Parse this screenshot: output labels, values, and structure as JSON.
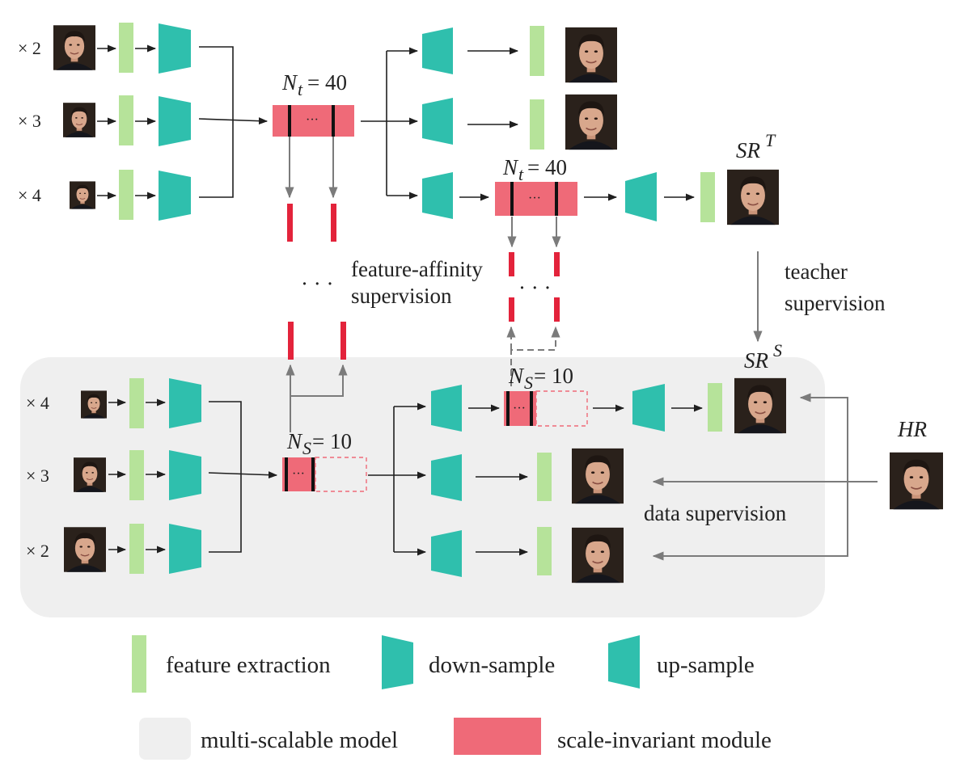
{
  "colors": {
    "feature": "#b6e39a",
    "trapezoid": "#2fbfad",
    "module": "#ef6a78",
    "feature_marker": "#e3233b",
    "panel": "#efefef",
    "arrow_dark": "#1f1f1f",
    "arrow_gray": "#7b7b7b",
    "face_bg": "#2a211b",
    "face_skin": "#d8a78c",
    "face_hair": "#1e1612"
  },
  "teacher": {
    "scales": [
      "× 2",
      "× 3",
      "× 4"
    ],
    "module_label": "N",
    "module_sub": "t",
    "module_value": "= 40",
    "dots": "···"
  },
  "student": {
    "scales": [
      "× 4",
      "× 3",
      "× 2"
    ],
    "module_label": "N",
    "module_sub": "S",
    "module_value": "= 10",
    "dots": "···"
  },
  "labels": {
    "vertical_dots": "· · ·",
    "feature_affinity_1": "feature-affinity",
    "feature_affinity_2": "supervision",
    "teacher_1": "teacher",
    "teacher_2": "supervision",
    "data_supervision": "data supervision",
    "sr_teacher_base": "SR",
    "sr_teacher_sup": "T",
    "sr_student_base": "SR",
    "sr_student_sup": "S",
    "hr": "HR"
  },
  "legend": {
    "feature_extraction": "feature extraction",
    "down_sample": "down-sample",
    "up_sample": "up-sample",
    "multi_scalable_model": "multi-scalable model",
    "scale_invariant_module": "scale-invariant module"
  }
}
